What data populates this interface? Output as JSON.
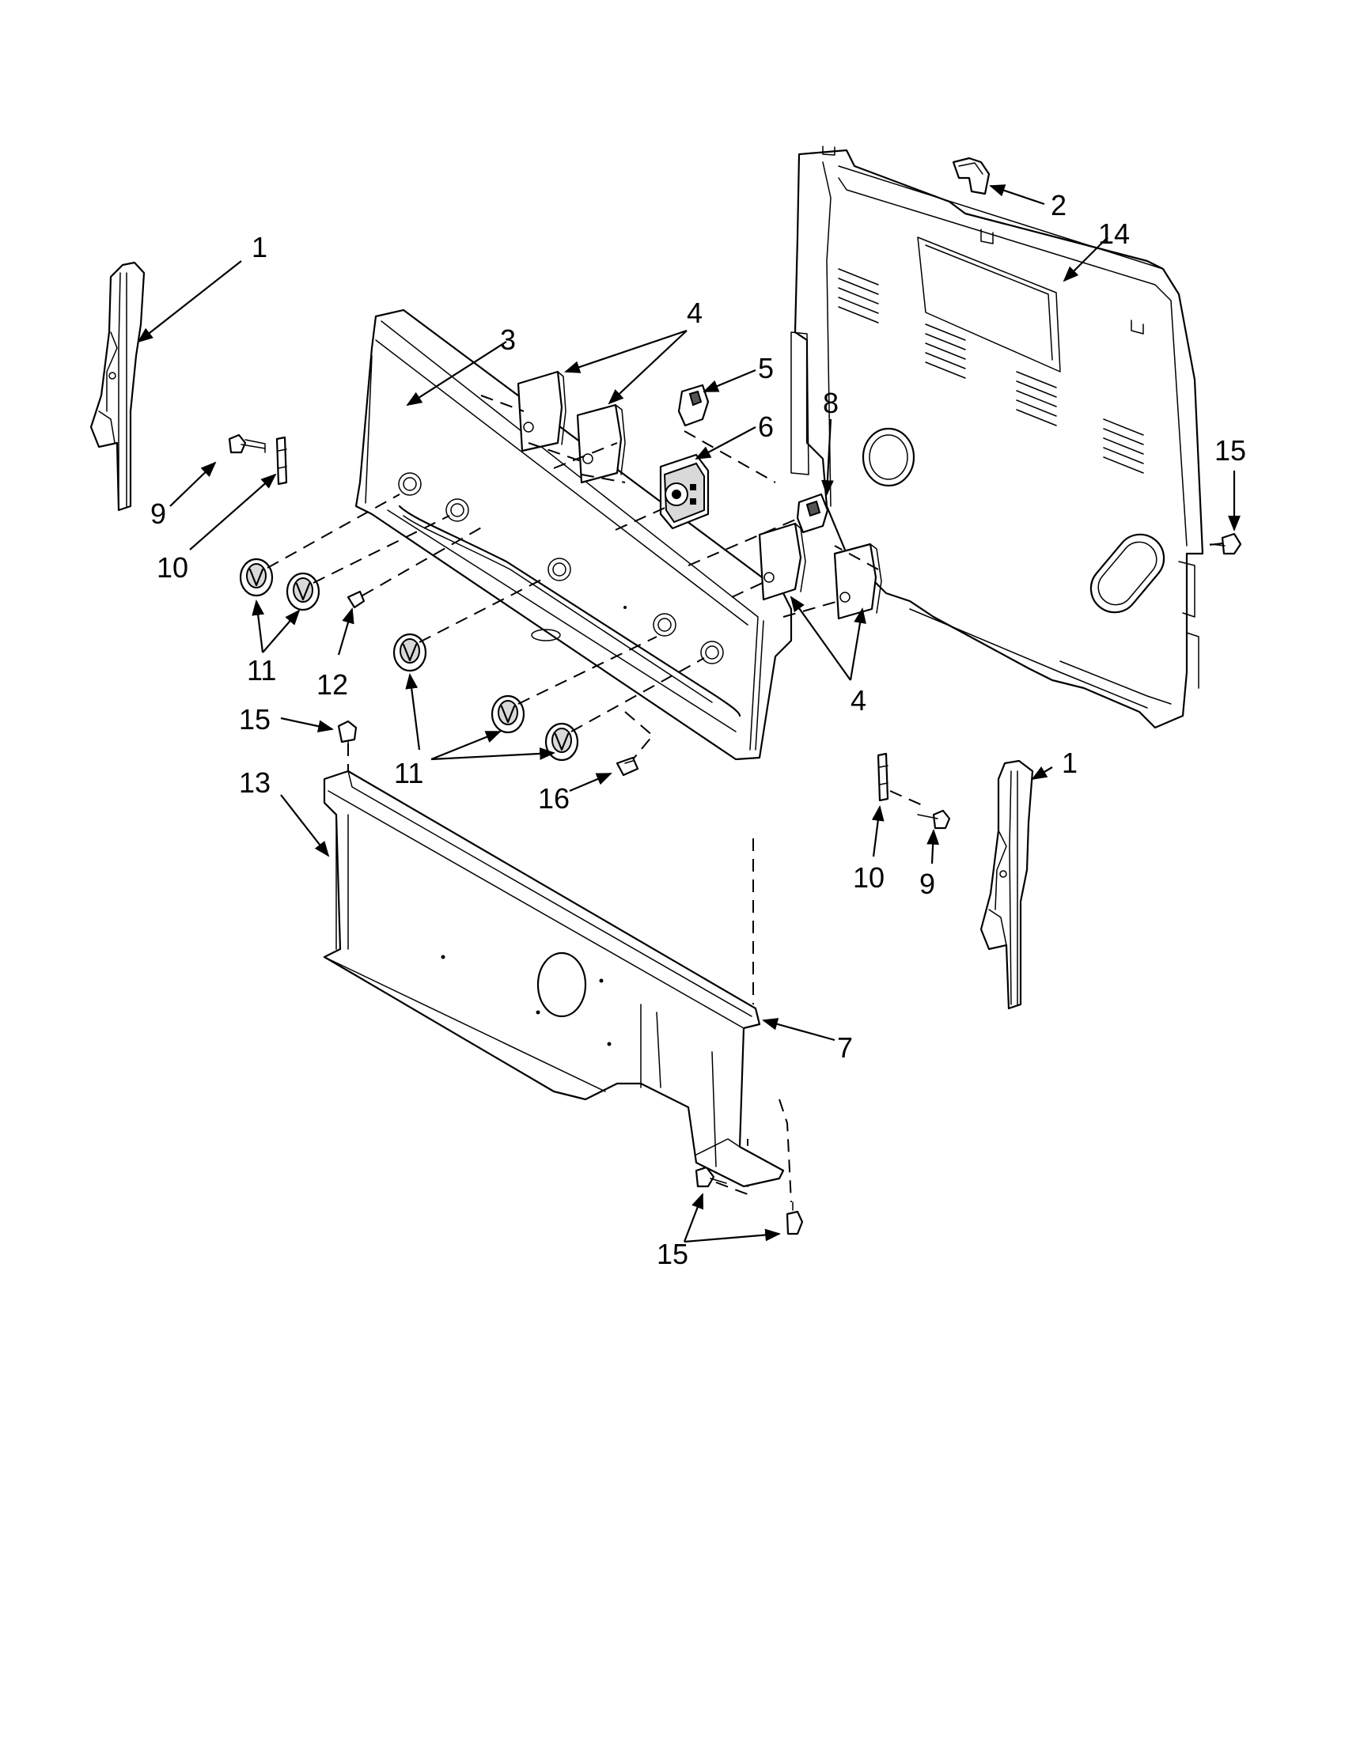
{
  "callouts": {
    "c1_left": "1",
    "c1_right": "1",
    "c2": "2",
    "c3": "3",
    "c4_top": "4",
    "c4_bottom": "4",
    "c5": "5",
    "c6": "6",
    "c7": "7",
    "c8": "8",
    "c9_left": "9",
    "c9_right": "9",
    "c10_left": "10",
    "c10_right": "10",
    "c11_left": "11",
    "c11_bottom": "11",
    "c12": "12",
    "c13": "13",
    "c14": "14",
    "c15_right": "15",
    "c15_left": "15",
    "c15_bottom": "15",
    "c16": "16"
  }
}
